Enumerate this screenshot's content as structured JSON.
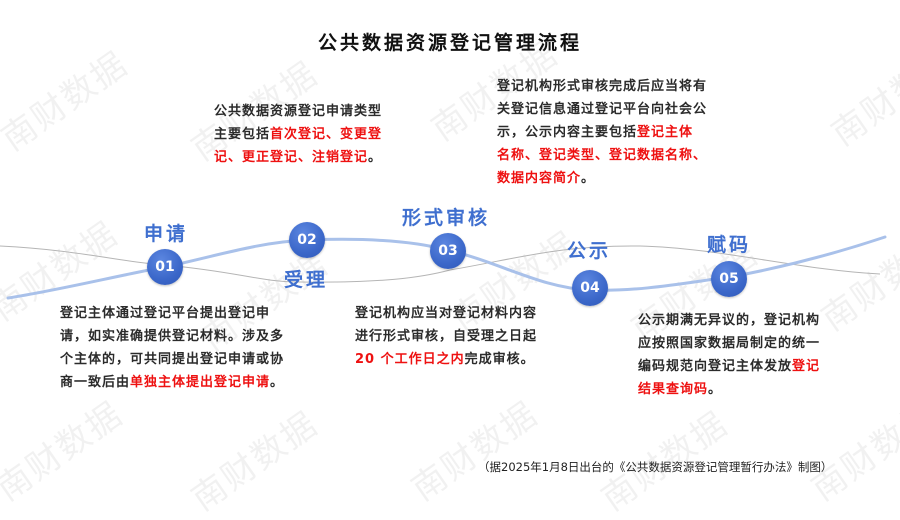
{
  "title": "公共数据资源登记管理流程",
  "watermark": "南财数据",
  "steps": [
    {
      "number": "01",
      "label": "申请"
    },
    {
      "number": "02",
      "label": "受理"
    },
    {
      "number": "03",
      "label": "形式审核"
    },
    {
      "number": "04",
      "label": "公示"
    },
    {
      "number": "05",
      "label": "赋码"
    }
  ],
  "descriptions": {
    "apply": {
      "part1": "登记主体通过登记平台提出登记申请，如实准确提供登记材料。涉及多个主体的，可共同提出登记申请或协商一致后由",
      "highlight": "单独主体提出登记申请",
      "part2": "。"
    },
    "accept": {
      "part1": "公共数据资源登记申请类型主要包括",
      "highlight": "首次登记、变更登记、更正登记、注销登记",
      "part2": "。"
    },
    "review": {
      "part1": "登记机构应当对登记材料内容进行形式审核，自受理之日起 ",
      "highlight": "20 个工作日之内",
      "part2": "完成审核。"
    },
    "publicity": {
      "part1": "登记机构形式审核完成后应当将有关登记信息通过登记平台向社会公示，公示内容主要包括",
      "highlight": "登记主体名称、登记类型、登记数据名称、数据内容简介",
      "part2": "。"
    },
    "code": {
      "part1": "公示期满无异议的，登记机构应按照国家数据局制定的统一编码规范向登记主体发放",
      "highlight": "登记结果查询码",
      "part2": "。"
    }
  },
  "footnote": "（据2025年1月8日出台的《公共数据资源登记管理暂行办法》制图）",
  "colors": {
    "accent_blue": "#3f6fcf",
    "node_blue": "#3b67c9",
    "highlight_red": "#ee1111",
    "curve_light_blue": "#a9c1ea",
    "curve_gray": "#b5b5b5"
  }
}
